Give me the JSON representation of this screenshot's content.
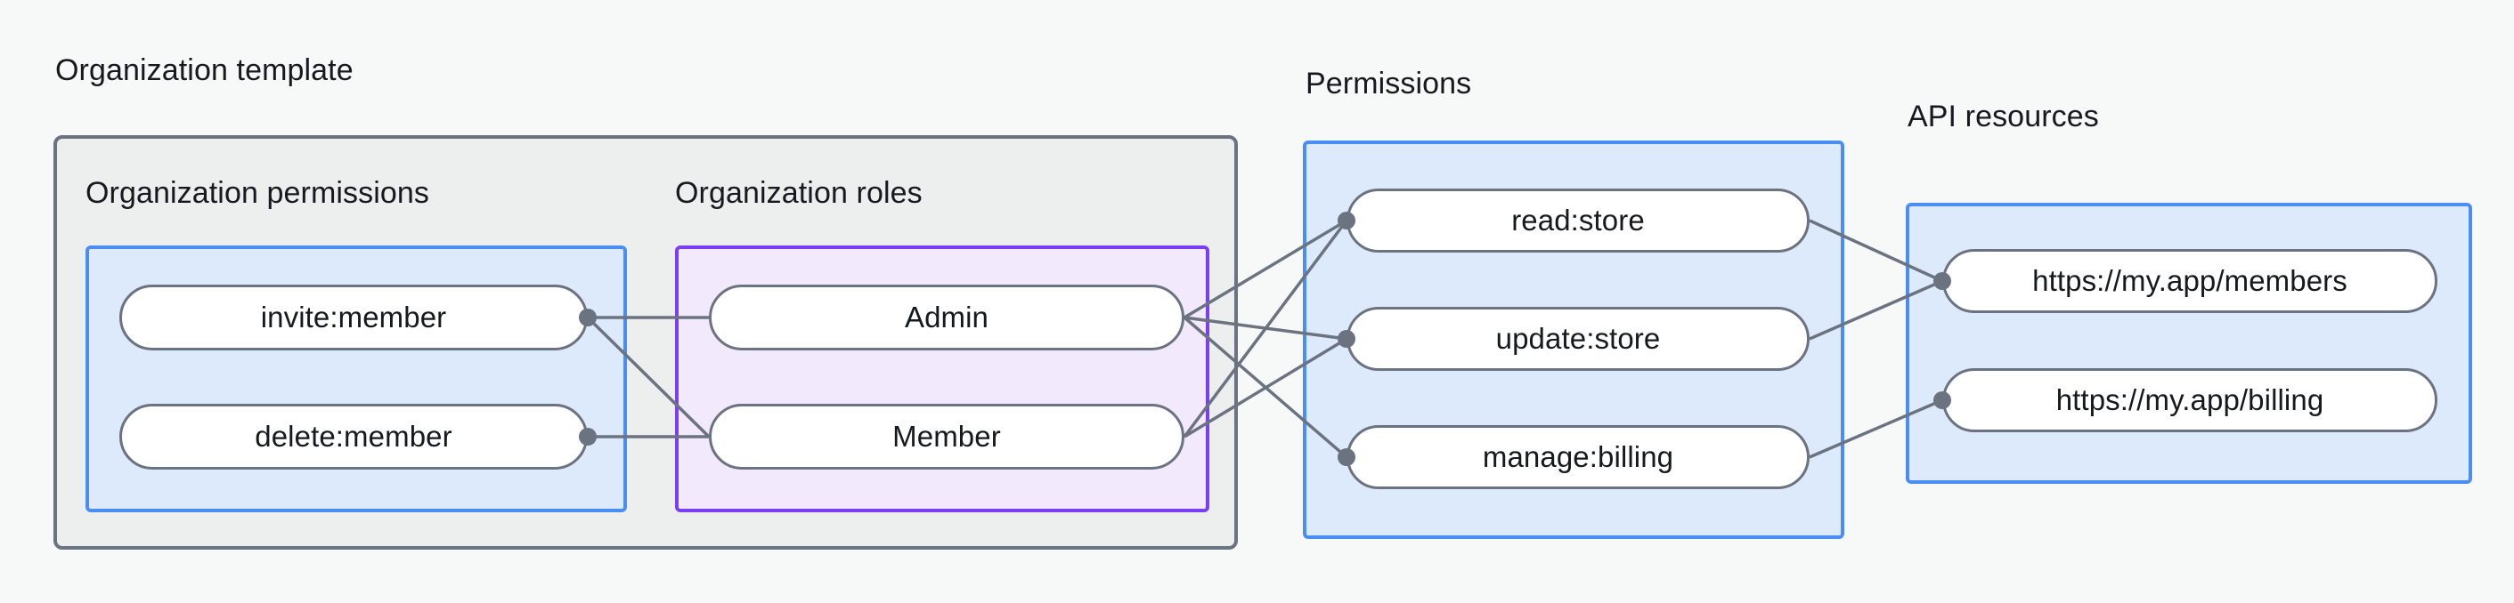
{
  "sections": {
    "org_template": {
      "caption": "Organization template",
      "subsections": {
        "org_permissions": {
          "caption": "Organization permissions",
          "accent": "#4a8ef5",
          "items": [
            "invite:member",
            "delete:member"
          ]
        },
        "org_roles": {
          "caption": "Organization roles",
          "accent": "#7a3ff5",
          "items": [
            "Admin",
            "Member"
          ]
        }
      }
    },
    "permissions": {
      "caption": "Permissions",
      "accent": "#4a8ef5",
      "items": [
        "read:store",
        "update:store",
        "manage:billing"
      ]
    },
    "api_resources": {
      "caption": "API resources",
      "accent": "#4a8ef5",
      "items": [
        "https://my.app/members",
        "https://my.app/billing"
      ]
    }
  },
  "connections": [
    {
      "from": "invite:member",
      "to": "Admin"
    },
    {
      "from": "invite:member",
      "to": "Member"
    },
    {
      "from": "delete:member",
      "to": "Member"
    },
    {
      "from": "Admin",
      "to": "read:store"
    },
    {
      "from": "Admin",
      "to": "update:store"
    },
    {
      "from": "Admin",
      "to": "manage:billing"
    },
    {
      "from": "Member",
      "to": "read:store"
    },
    {
      "from": "Member",
      "to": "update:store"
    },
    {
      "from": "read:store",
      "to": "https://my.app/members"
    },
    {
      "from": "update:store",
      "to": "https://my.app/members"
    },
    {
      "from": "manage:billing",
      "to": "https://my.app/billing"
    }
  ],
  "colors": {
    "canvas": "#f7f8f8",
    "outer_fill": "#edeeee",
    "outer_border": "#6b7280",
    "blue_fill": "#ddeafc",
    "blue_border": "#4a8ef5",
    "purple_fill": "#f2e9fd",
    "purple_border": "#7a3ff5",
    "pill_border": "#6b7280",
    "pill_fill": "#ffffff",
    "link": "#6b7280",
    "text": "#16191d"
  }
}
